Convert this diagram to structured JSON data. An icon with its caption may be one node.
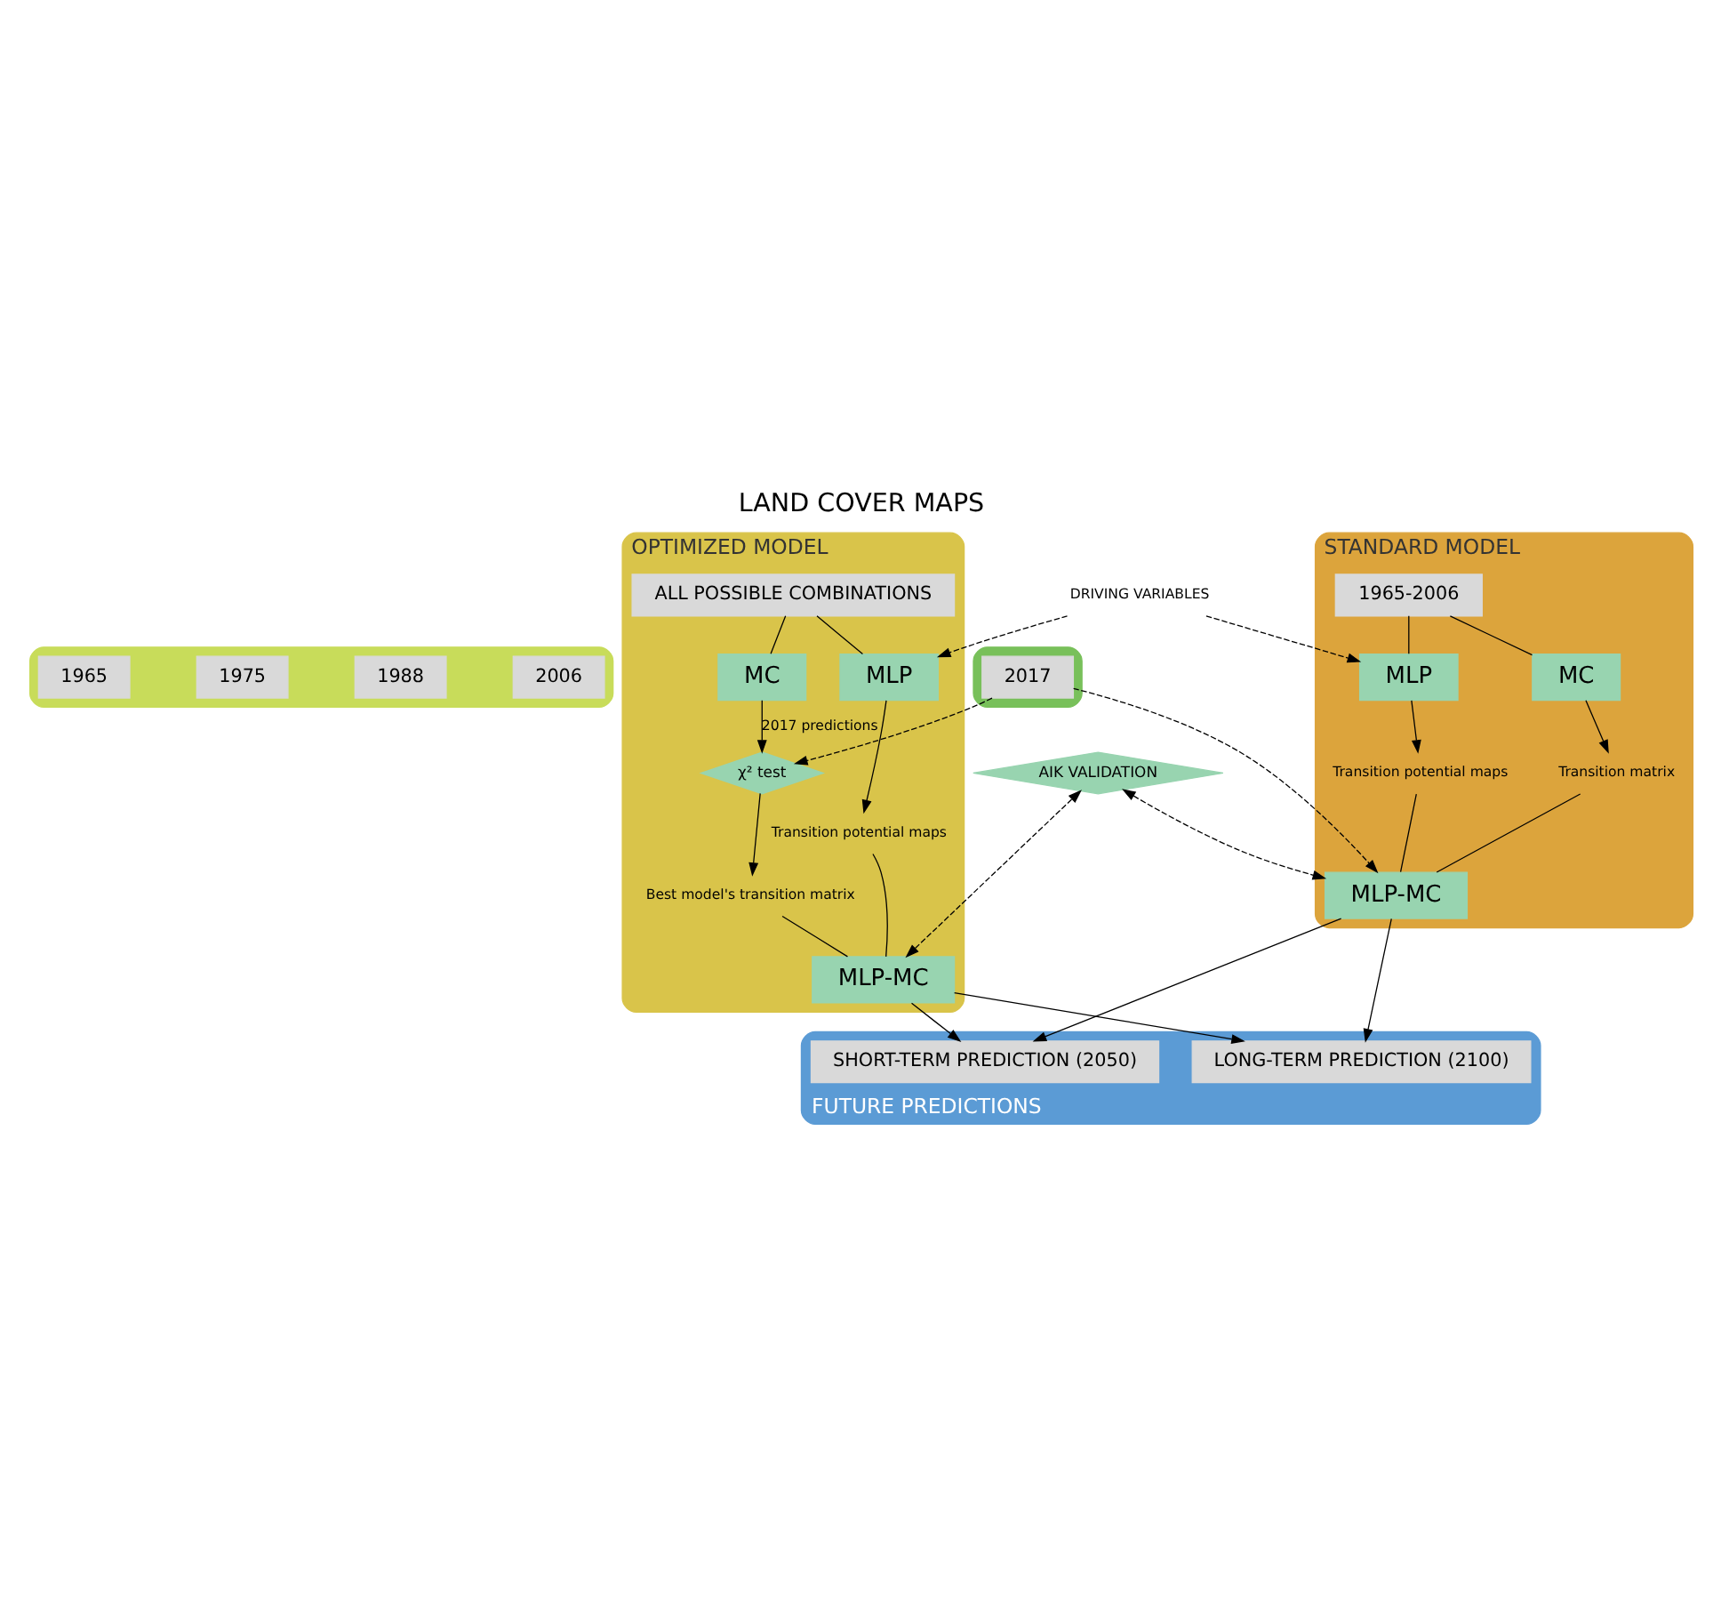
{
  "diagram": {
    "title": "LAND COVER MAPS",
    "nodes": [
      {
        "text": [],
        "shape": "box"
      },
      {
        "text": [
          "1965"
        ],
        "in": 0
      },
      {
        "text": [
          "1975"
        ],
        "in": 0
      },
      {
        "text": [
          "1988"
        ],
        "in": 0
      },
      {
        "text": [
          "2006"
        ],
        "in": 0
      },
      {
        "text": [],
        "shape": "box"
      },
      {
        "text": [
          "2017"
        ],
        "in": 5
      },
      {
        "text": [
          "OPTIMIZED MODEL"
        ]
      },
      {
        "text": [
          "ALL POSSIBLE COMBINATIONS"
        ],
        "in": 7
      },
      {
        "text": [
          "MC"
        ],
        "in": 7
      },
      {
        "text": [
          "MLP"
        ],
        "in": 7
      },
      {
        "text": [
          "χ² test"
        ],
        "in": 7
      },
      {
        "text": [
          "Best model's transition matrix"
        ],
        "in": 7
      },
      {
        "text": [
          "Transition potential maps"
        ],
        "in": 7
      },
      {
        "text": [
          "MLP-MC"
        ],
        "in": 7
      },
      {
        "text": [
          "STANDARD MODEL"
        ]
      },
      {
        "text": [
          "1965-2006"
        ],
        "in": 15
      },
      {
        "text": [
          "MLP"
        ],
        "in": 15
      },
      {
        "text": [
          "MC"
        ],
        "in": 15
      },
      {
        "text": [
          "Transition potential maps"
        ],
        "in": 15
      },
      {
        "text": [
          "Transition matrix"
        ],
        "in": 15
      },
      {
        "text": [
          "MLP-MC"
        ],
        "in": 15
      },
      {
        "text": [
          "DRIVING VARIABLES"
        ]
      },
      {
        "text": [
          "AIK VALIDATION"
        ]
      },
      {
        "text": [
          "FUTURE PREDICTIONS"
        ]
      },
      {
        "text": [
          "SHORT-TERM PREDICTION (2050)"
        ],
        "in": 24
      },
      {
        "text": [
          "LONG-TERM PREDICTION (2100)"
        ],
        "in": 24
      }
    ],
    "edges": [
      {
        "from": 8,
        "to": 9,
        "arrow": "none"
      },
      {
        "from": 8,
        "to": 10,
        "arrow": "none"
      },
      {
        "from": 9,
        "to": 11,
        "arrow": "to",
        "label": "2017 predictions"
      },
      {
        "from": 11,
        "to": 12,
        "arrow": "to"
      },
      {
        "from": 10,
        "to": 13,
        "arrow": "to"
      },
      {
        "from": 12,
        "to": 14,
        "arrow": "none"
      },
      {
        "from": 13,
        "to": 14,
        "arrow": "none"
      },
      {
        "from": 16,
        "to": 17,
        "arrow": "none"
      },
      {
        "from": 16,
        "to": 18,
        "arrow": "none"
      },
      {
        "from": 17,
        "to": 19,
        "arrow": "to"
      },
      {
        "from": 18,
        "to": 20,
        "arrow": "to"
      },
      {
        "from": 19,
        "to": 21,
        "arrow": "none"
      },
      {
        "from": 20,
        "to": 21,
        "arrow": "none"
      },
      {
        "from": 22,
        "to": 10,
        "arrow": "to",
        "style": "dashed"
      },
      {
        "from": 22,
        "to": 17,
        "arrow": "to",
        "style": "dashed"
      },
      {
        "from": 6,
        "to": 11,
        "arrow": "to",
        "style": "dashed"
      },
      {
        "from": 6,
        "to": 21,
        "arrow": "to",
        "style": "dashed"
      },
      {
        "from": 23,
        "to": 14,
        "arrow": "both",
        "style": "dashed"
      },
      {
        "from": 23,
        "to": 21,
        "arrow": "both",
        "style": "dashed"
      },
      {
        "from": 14,
        "to": 25,
        "arrow": "to"
      },
      {
        "from": 14,
        "to": 26,
        "arrow": "to"
      },
      {
        "from": 21,
        "to": 25,
        "arrow": "to"
      },
      {
        "from": 21,
        "to": 26,
        "arrow": "to"
      }
    ]
  }
}
